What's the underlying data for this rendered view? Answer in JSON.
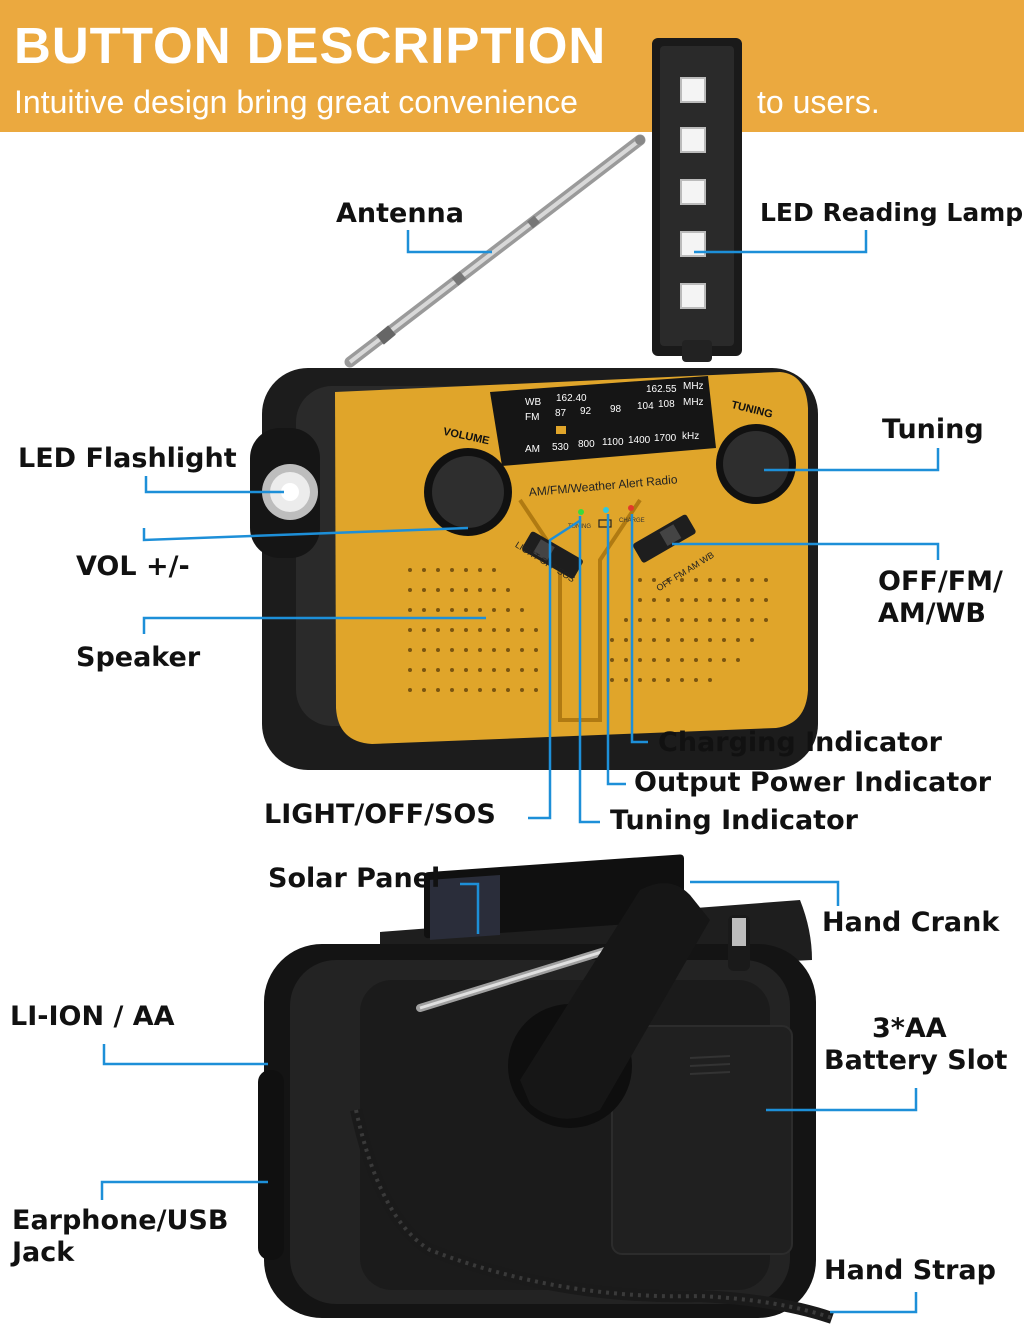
{
  "banner": {
    "title": "BUTTON DESCRIPTION",
    "subtitle_part1": "Intuitive design bring great convenience",
    "subtitle_part2": "to users.",
    "background_color": "#eba93f"
  },
  "colors": {
    "radio_body": "#e0a52a",
    "radio_frame": "#1c1c1c",
    "leader_line": "#1d8fd8"
  },
  "radio_faceplate": {
    "dial_wb": "WB",
    "dial_fm": "FM",
    "dial_am": "AM",
    "wb_freqs": [
      "162.40",
      "162.55"
    ],
    "fm_freqs": [
      "87",
      "92",
      "98",
      "104",
      "108"
    ],
    "am_freqs": [
      "530",
      "800",
      "1100",
      "1400",
      "1700"
    ],
    "unit_mhz": "MHz",
    "unit_khz": "kHz",
    "volume_label": "VOLUME",
    "tuning_label": "TUNING",
    "model_label": "AM/FM/Weather Alert Radio",
    "ind_tuning": "TUNING",
    "ind_charge": "CHARGE",
    "switch_light": "LIGHT OFF SOS",
    "switch_band": "OFF FM AM WB"
  },
  "labels": {
    "antenna": "Antenna",
    "led_reading_lamp": "LED Reading Lamp",
    "tuning": "Tuning",
    "led_flashlight": "LED Flashlight",
    "vol": "VOL +/-",
    "band_switch_line1": "OFF/FM/",
    "band_switch_line2": "AM/WB",
    "speaker": "Speaker",
    "charging_indicator": "Charging Indicator",
    "output_power_indicator": "Output Power Indicator",
    "light_off_sos": "LIGHT/OFF/SOS",
    "tuning_indicator": "Tuning Indicator",
    "solar_panel": "Solar Panel",
    "hand_crank": "Hand Crank",
    "li_ion_aa": "LI-ION / AA",
    "battery_slot_line1": "3*AA",
    "battery_slot_line2": "Battery Slot",
    "earphone_line1": "Earphone/USB",
    "earphone_line2": "Jack",
    "hand_strap": "Hand Strap"
  }
}
